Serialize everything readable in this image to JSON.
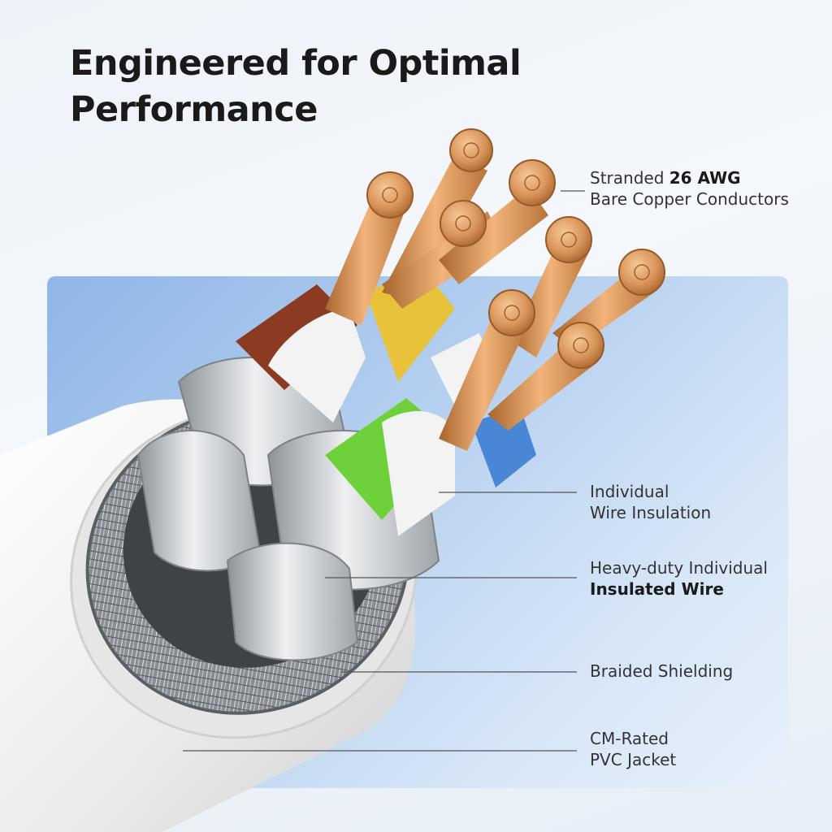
{
  "headline": {
    "line1": "Engineered for Optimal",
    "line2": "Performance"
  },
  "callouts": {
    "conductors": {
      "line1_prefix": "Stranded ",
      "line1_bold": "26 AWG",
      "line2": "Bare Copper Conductors"
    },
    "insulation": {
      "line1": "Individual",
      "line2": "Wire Insulation"
    },
    "insulated_wire": {
      "line1": "Heavy-duty Individual",
      "line2_bold": "Insulated Wire"
    },
    "shielding": {
      "line1": "Braided Shielding"
    },
    "jacket": {
      "line1": "CM-Rated",
      "line2": "PVC Jacket"
    }
  },
  "colors": {
    "background": "#eef3f9",
    "panel_blue": "#9fc1ea",
    "copper": "#d9955a",
    "jacket_white": "#f2f2f2",
    "wire_brown": "#8a3b22",
    "wire_yellow": "#e8c23a",
    "wire_green": "#6fd13a",
    "wire_blue": "#4a86d6",
    "shield_silver": "#9a9ea4"
  }
}
